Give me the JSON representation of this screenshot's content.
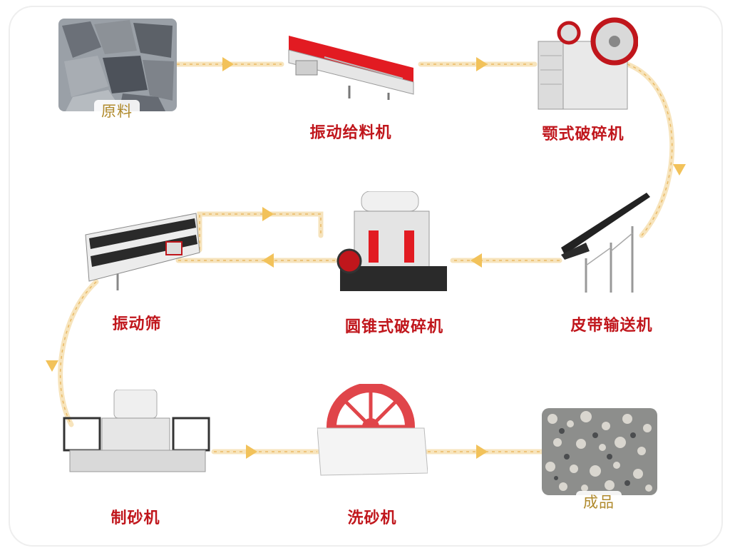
{
  "colors": {
    "accent": "#c0161c",
    "flow": "#f3d8a0",
    "arrow": "#f2c25a"
  },
  "steps": {
    "raw": {
      "label": "原料",
      "icon": "rock-pile-icon"
    },
    "feeder": {
      "label": "振动给料机",
      "icon": "vibrating-feeder-icon"
    },
    "jaw": {
      "label": "颚式破碎机",
      "icon": "jaw-crusher-icon"
    },
    "belt": {
      "label": "皮带输送机",
      "icon": "belt-conveyor-icon"
    },
    "cone": {
      "label": "圆锥式破碎机",
      "icon": "cone-crusher-icon"
    },
    "screen": {
      "label": "振动筛",
      "icon": "vibrating-screen-icon"
    },
    "sandmaker": {
      "label": "制砂机",
      "icon": "sand-making-machine-icon"
    },
    "washer": {
      "label": "洗砂机",
      "icon": "sand-washer-icon"
    },
    "product": {
      "label": "成品",
      "icon": "gravel-product-icon"
    }
  }
}
